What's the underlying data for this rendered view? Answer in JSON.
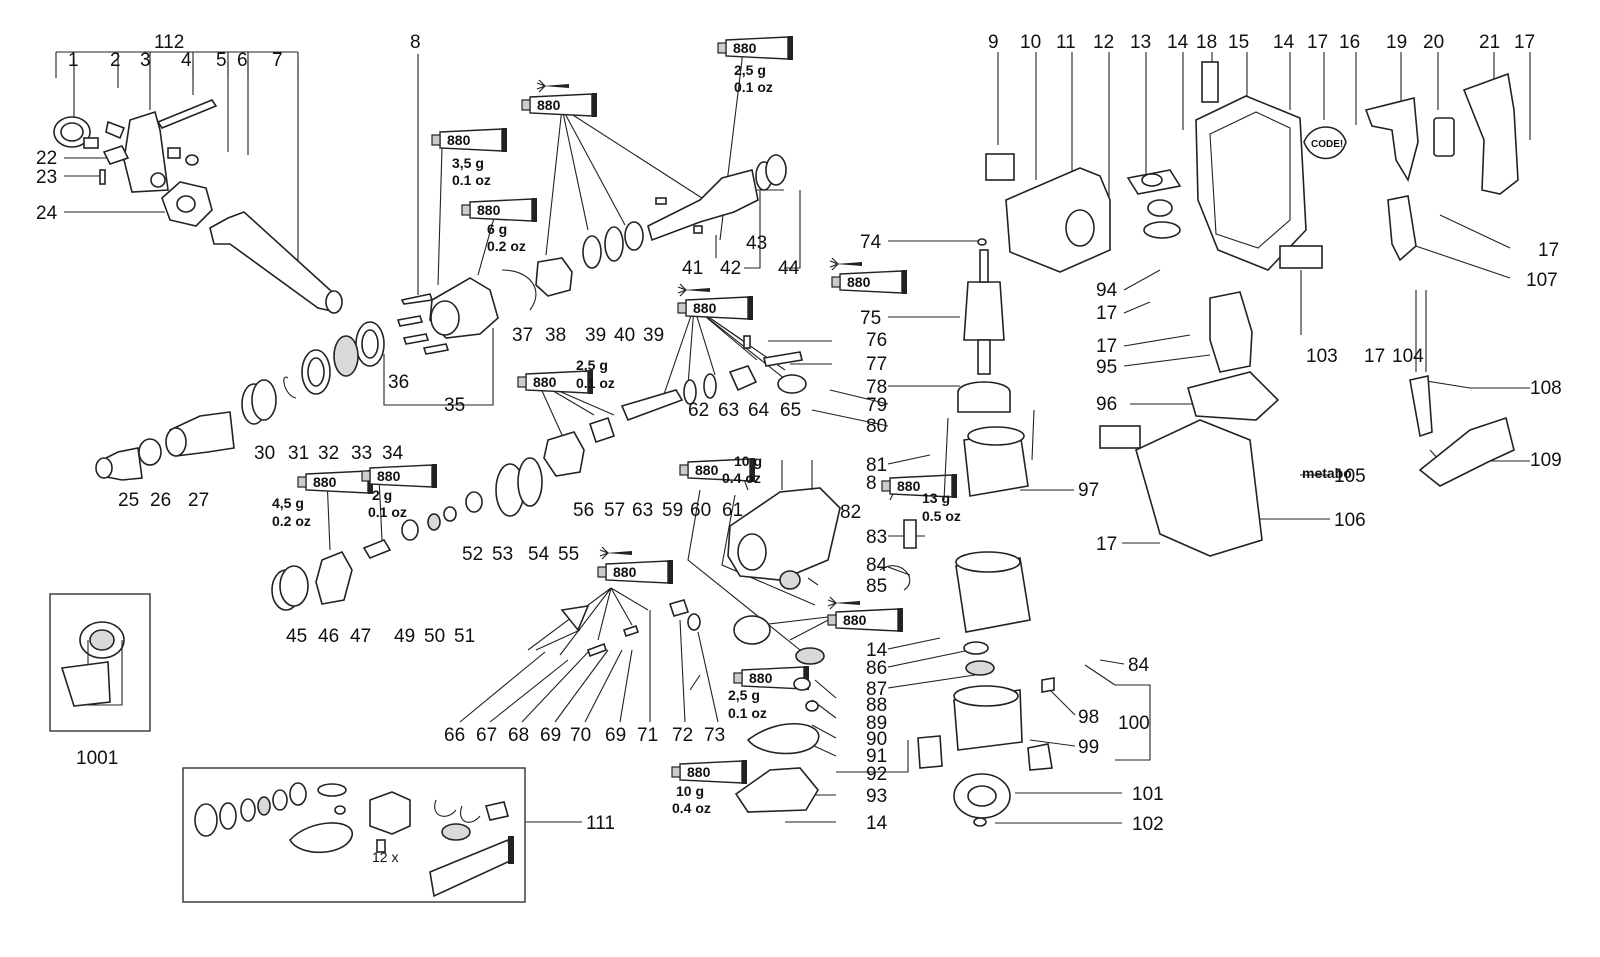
{
  "diagram": {
    "grease_code": "880",
    "brand_label": "metabo",
    "code_label": "CODE!",
    "kit_count_label": "12 x",
    "callouts": [
      {
        "id": "c112",
        "text": "112"
      },
      {
        "id": "c1",
        "text": "1"
      },
      {
        "id": "c2",
        "text": "2"
      },
      {
        "id": "c3",
        "text": "3"
      },
      {
        "id": "c4",
        "text": "4"
      },
      {
        "id": "c5",
        "text": "5"
      },
      {
        "id": "c6",
        "text": "6"
      },
      {
        "id": "c7",
        "text": "7"
      },
      {
        "id": "c8a",
        "text": "8"
      },
      {
        "id": "c9",
        "text": "9"
      },
      {
        "id": "c10",
        "text": "10"
      },
      {
        "id": "c11",
        "text": "11"
      },
      {
        "id": "c12",
        "text": "12"
      },
      {
        "id": "c13",
        "text": "13"
      },
      {
        "id": "c14a",
        "text": "14"
      },
      {
        "id": "c18",
        "text": "18"
      },
      {
        "id": "c15",
        "text": "15"
      },
      {
        "id": "c14b",
        "text": "14"
      },
      {
        "id": "c17a",
        "text": "17"
      },
      {
        "id": "c16",
        "text": "16"
      },
      {
        "id": "c19",
        "text": "19"
      },
      {
        "id": "c20",
        "text": "20"
      },
      {
        "id": "c21",
        "text": "21"
      },
      {
        "id": "c17b",
        "text": "17"
      },
      {
        "id": "c22",
        "text": "22"
      },
      {
        "id": "c23",
        "text": "23"
      },
      {
        "id": "c24",
        "text": "24"
      },
      {
        "id": "c43",
        "text": "43"
      },
      {
        "id": "c41",
        "text": "41"
      },
      {
        "id": "c42",
        "text": "42"
      },
      {
        "id": "c44",
        "text": "44"
      },
      {
        "id": "c74",
        "text": "74"
      },
      {
        "id": "c94",
        "text": "94"
      },
      {
        "id": "c17c",
        "text": "17"
      },
      {
        "id": "c17d",
        "text": "17"
      },
      {
        "id": "c107",
        "text": "107"
      },
      {
        "id": "c75",
        "text": "75"
      },
      {
        "id": "c37",
        "text": "37"
      },
      {
        "id": "c38",
        "text": "38"
      },
      {
        "id": "c39a",
        "text": "39"
      },
      {
        "id": "c40",
        "text": "40"
      },
      {
        "id": "c39b",
        "text": "39"
      },
      {
        "id": "c76",
        "text": "76"
      },
      {
        "id": "c17e",
        "text": "17"
      },
      {
        "id": "c95",
        "text": "95"
      },
      {
        "id": "c103",
        "text": "103"
      },
      {
        "id": "c17f",
        "text": "17"
      },
      {
        "id": "c104",
        "text": "104"
      },
      {
        "id": "c36",
        "text": "36"
      },
      {
        "id": "c77",
        "text": "77"
      },
      {
        "id": "c78",
        "text": "78"
      },
      {
        "id": "c96",
        "text": "96"
      },
      {
        "id": "c108",
        "text": "108"
      },
      {
        "id": "c35",
        "text": "35"
      },
      {
        "id": "c79",
        "text": "79"
      },
      {
        "id": "c80",
        "text": "80"
      },
      {
        "id": "c30",
        "text": "30"
      },
      {
        "id": "c31",
        "text": "31"
      },
      {
        "id": "c32",
        "text": "32"
      },
      {
        "id": "c33",
        "text": "33"
      },
      {
        "id": "c34",
        "text": "34"
      },
      {
        "id": "c62",
        "text": "62"
      },
      {
        "id": "c63a",
        "text": "63"
      },
      {
        "id": "c64",
        "text": "64"
      },
      {
        "id": "c65",
        "text": "65"
      },
      {
        "id": "c81",
        "text": "81"
      },
      {
        "id": "c109",
        "text": "109"
      },
      {
        "id": "c8b",
        "text": "8"
      },
      {
        "id": "c97",
        "text": "97"
      },
      {
        "id": "c105",
        "text": "105"
      },
      {
        "id": "c25",
        "text": "25"
      },
      {
        "id": "c26",
        "text": "26"
      },
      {
        "id": "c27",
        "text": "27"
      },
      {
        "id": "c56",
        "text": "56"
      },
      {
        "id": "c57",
        "text": "57"
      },
      {
        "id": "c63b",
        "text": "63"
      },
      {
        "id": "c59",
        "text": "59"
      },
      {
        "id": "c60",
        "text": "60"
      },
      {
        "id": "c61",
        "text": "61"
      },
      {
        "id": "c82",
        "text": "82"
      },
      {
        "id": "c106",
        "text": "106"
      },
      {
        "id": "c83",
        "text": "83"
      },
      {
        "id": "c17g",
        "text": "17"
      },
      {
        "id": "c52",
        "text": "52"
      },
      {
        "id": "c53",
        "text": "53"
      },
      {
        "id": "c54",
        "text": "54"
      },
      {
        "id": "c55",
        "text": "55"
      },
      {
        "id": "c84a",
        "text": "84"
      },
      {
        "id": "c85",
        "text": "85"
      },
      {
        "id": "c45",
        "text": "45"
      },
      {
        "id": "c46",
        "text": "46"
      },
      {
        "id": "c47",
        "text": "47"
      },
      {
        "id": "c49",
        "text": "49"
      },
      {
        "id": "c50",
        "text": "50"
      },
      {
        "id": "c51",
        "text": "51"
      },
      {
        "id": "c14c",
        "text": "14"
      },
      {
        "id": "c84b",
        "text": "84"
      },
      {
        "id": "c86",
        "text": "86"
      },
      {
        "id": "c87",
        "text": "87"
      },
      {
        "id": "c88",
        "text": "88"
      },
      {
        "id": "c89",
        "text": "89"
      },
      {
        "id": "c98",
        "text": "98"
      },
      {
        "id": "c100",
        "text": "100"
      },
      {
        "id": "c90",
        "text": "90"
      },
      {
        "id": "c66",
        "text": "66"
      },
      {
        "id": "c67",
        "text": "67"
      },
      {
        "id": "c68",
        "text": "68"
      },
      {
        "id": "c69a",
        "text": "69"
      },
      {
        "id": "c70",
        "text": "70"
      },
      {
        "id": "c69b",
        "text": "69"
      },
      {
        "id": "c71",
        "text": "71"
      },
      {
        "id": "c72",
        "text": "72"
      },
      {
        "id": "c73",
        "text": "73"
      },
      {
        "id": "c91",
        "text": "91"
      },
      {
        "id": "c99",
        "text": "99"
      },
      {
        "id": "c1001",
        "text": "1001"
      },
      {
        "id": "c92",
        "text": "92"
      },
      {
        "id": "c93",
        "text": "93"
      },
      {
        "id": "c101",
        "text": "101"
      },
      {
        "id": "c111",
        "text": "111"
      },
      {
        "id": "c14d",
        "text": "14"
      },
      {
        "id": "c102",
        "text": "102"
      }
    ],
    "grease_amounts": [
      {
        "id": "g1",
        "grams": "3,5 g",
        "ounces": "0.1 oz"
      },
      {
        "id": "g2",
        "grams": "6 g",
        "ounces": "0.2 oz"
      },
      {
        "id": "g3",
        "grams": "2,5 g",
        "ounces": "0.1 oz"
      },
      {
        "id": "g4",
        "grams": "2,5 g",
        "ounces": "0.1 oz"
      },
      {
        "id": "g5",
        "grams": "4,5 g",
        "ounces": "0.2 oz"
      },
      {
        "id": "g6",
        "grams": "2 g",
        "ounces": "0.1 oz"
      },
      {
        "id": "g7",
        "grams": "10 g",
        "ounces": "0.4 oz"
      },
      {
        "id": "g8",
        "grams": "13 g",
        "ounces": "0.5 oz"
      },
      {
        "id": "g9",
        "grams": "2,5 g",
        "ounces": "0.1 oz"
      },
      {
        "id": "g10",
        "grams": "10 g",
        "ounces": "0.4 oz"
      }
    ]
  }
}
